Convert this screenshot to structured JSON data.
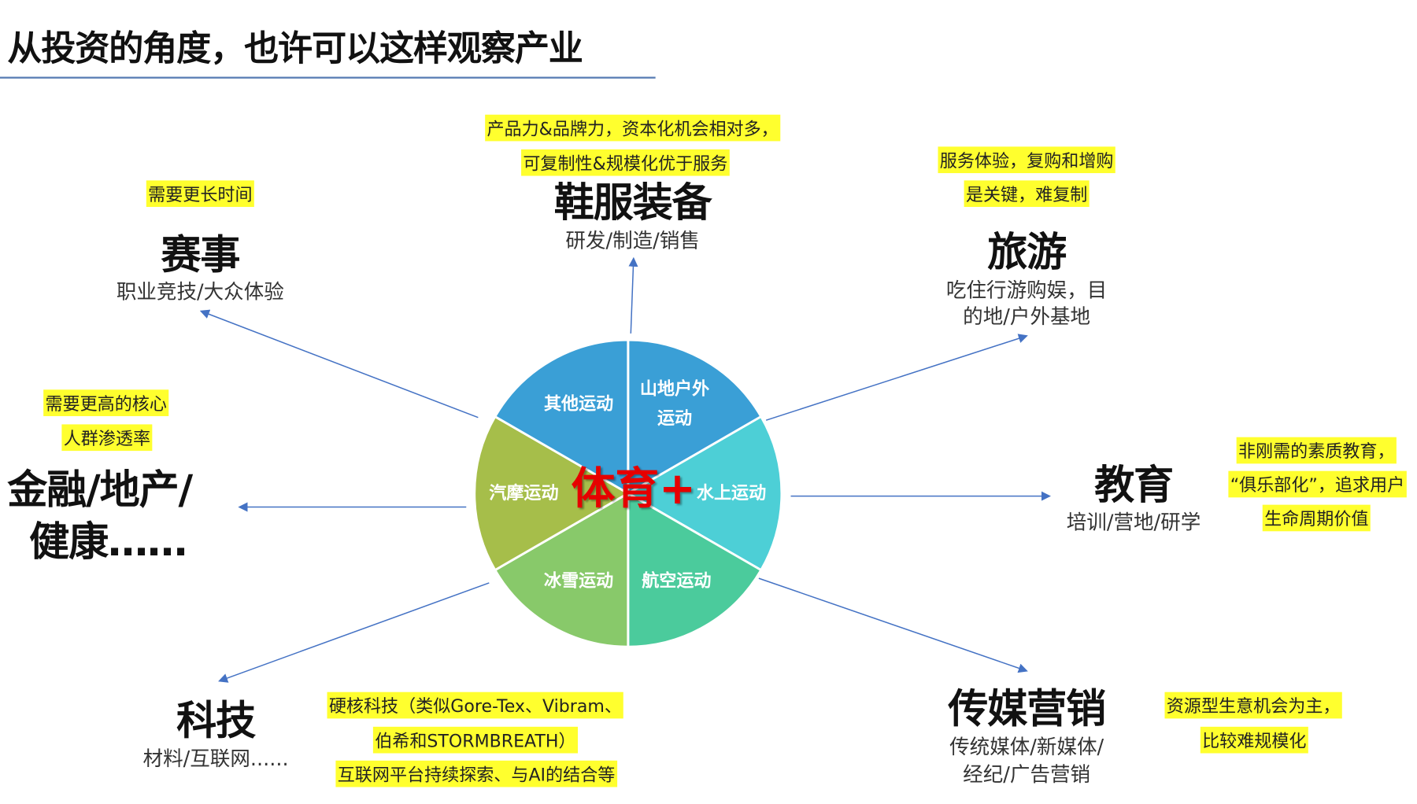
{
  "title": "从投资的角度，也许可以这样观察产业",
  "center_label": "体育+",
  "colors": {
    "arrow": "#4472C4",
    "highlight": "#FFFF2E",
    "center": "#E60000"
  },
  "segments": [
    {
      "label": "山地户外",
      "label2": "运动",
      "color": "#3A9FD6"
    },
    {
      "label": "水上运动",
      "color": "#4DCFD6"
    },
    {
      "label": "航空运动",
      "color": "#4BCB9C"
    },
    {
      "label": "冰雪运动",
      "color": "#88C96A"
    },
    {
      "label": "汽摩运动",
      "color": "#A6BE4A"
    },
    {
      "label": "其他运动",
      "color": "#3A9FD6"
    }
  ],
  "nodes": {
    "apparel": {
      "title": "鞋服装备",
      "sub": "研发/制造/销售",
      "notes": [
        "产品力&品牌力，资本化机会相对多，",
        "可复制性&规模化优于服务"
      ]
    },
    "events": {
      "title": "赛事",
      "sub": "职业竞技/大众体验",
      "notes": [
        "需要更长时间"
      ]
    },
    "tourism": {
      "title": "旅游",
      "sub": [
        "吃住行游购娱，目",
        "的地/户外基地"
      ],
      "notes": [
        "服务体验，复购和增购",
        "是关键，难复制"
      ]
    },
    "finance": {
      "title": [
        "金融/地产/",
        "健康……"
      ],
      "notes": [
        "需要更高的核心",
        "人群渗透率"
      ]
    },
    "education": {
      "title": "教育",
      "sub": "培训/营地/研学",
      "notes": [
        "非刚需的素质教育，",
        "“俱乐部化”，追求用户",
        "生命周期价值"
      ]
    },
    "tech": {
      "title": "科技",
      "sub": "材料/互联网......",
      "notes": [
        "硬核科技（类似Gore-Tex、Vibram、",
        "伯希和STORMBREATH）",
        "互联网平台持续探索、与AI的结合等"
      ]
    },
    "media": {
      "title": "传媒营销",
      "sub": [
        "传统媒体/新媒体/",
        "经纪/广告营销"
      ],
      "notes": [
        "资源型生意机会为主，",
        "比较难规模化"
      ]
    }
  }
}
